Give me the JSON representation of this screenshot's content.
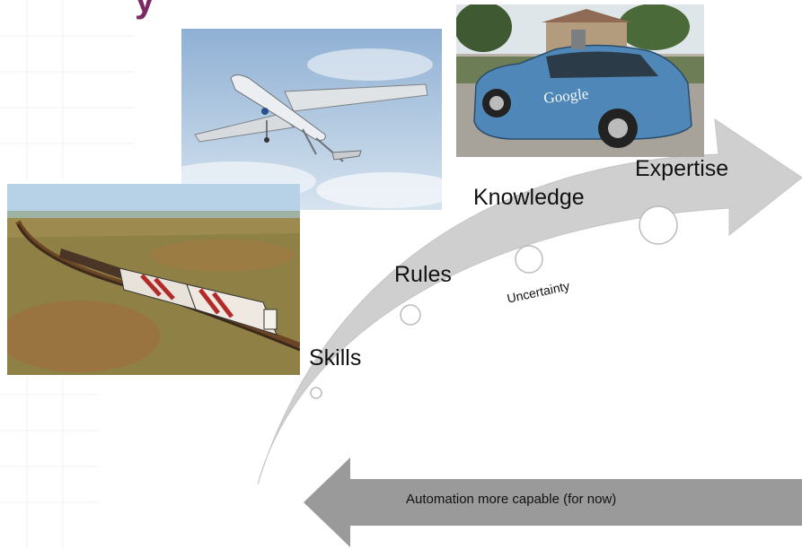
{
  "slide": {
    "title_fragment": "y",
    "stages": [
      {
        "label": "Skills"
      },
      {
        "label": "Rules"
      },
      {
        "label": "Knowledge"
      },
      {
        "label": "Expertise"
      }
    ],
    "uncertainty_label": "Uncertainty",
    "bottom_arrow_label": "Automation more capable (for now)",
    "car_logo_text": "Google",
    "colors": {
      "curved_arrow": "#cfcfcf",
      "bottom_arrow": "#9a9a9a",
      "title": "#7a2a62"
    },
    "images": {
      "drone": "drone-photo",
      "car": "self-driving-car-photo",
      "train": "autonomous-train-photo"
    }
  }
}
